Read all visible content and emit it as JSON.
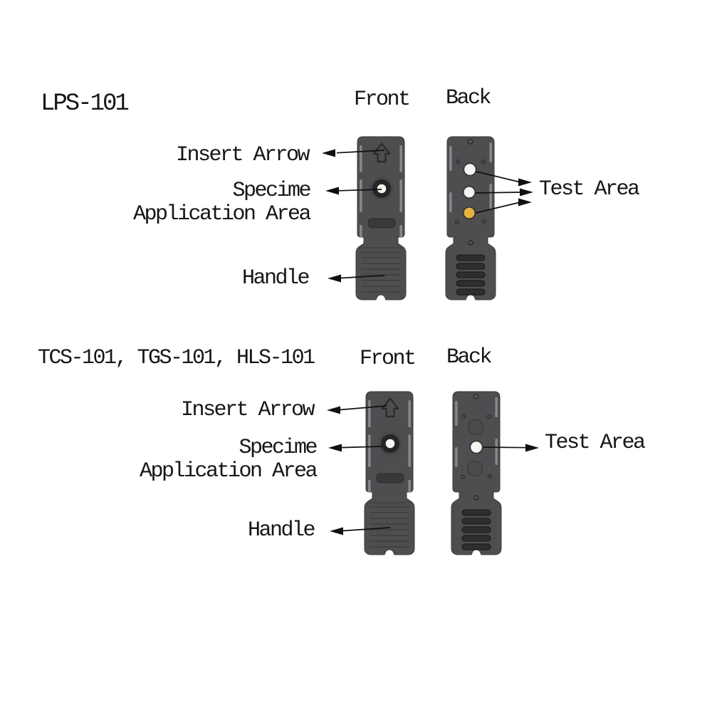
{
  "colors": {
    "background": "#ffffff",
    "text": "#161616",
    "callout": "#101010",
    "body": "#4e4e50",
    "body_dark": "#3a3a3c",
    "outline": "#29292b",
    "slot_light": "#95959a",
    "recess": "#39393b",
    "ring": "#252527",
    "white_spot": "#f6f4ef",
    "yellow_spot": "#e6b33c"
  },
  "sections": [
    {
      "model": "LPS-101",
      "front_heading": "Front",
      "back_heading": "Back",
      "labels": {
        "insert_arrow": "Insert Arrow",
        "specimen_line1": "Specime",
        "specimen_line2": "Application Area",
        "handle": "Handle",
        "test_area": "Test Area"
      },
      "back_spots": [
        "white",
        "white",
        "yellow"
      ]
    },
    {
      "model": "TCS-101, TGS-101, HLS-101",
      "front_heading": "Front",
      "back_heading": "Back",
      "labels": {
        "insert_arrow": "Insert Arrow",
        "specimen_line1": "Specime",
        "specimen_line2": "Application Area",
        "handle": "Handle",
        "test_area": "Test Area"
      },
      "back_spots": [
        "white"
      ]
    }
  ]
}
